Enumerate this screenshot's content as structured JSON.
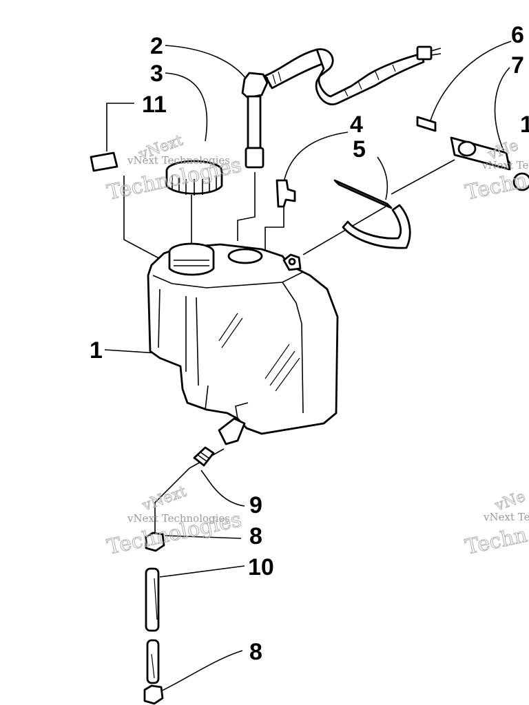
{
  "diagram": {
    "callouts": [
      {
        "id": "c1",
        "label": "1"
      },
      {
        "id": "c2",
        "label": "2"
      },
      {
        "id": "c3",
        "label": "3"
      },
      {
        "id": "c4",
        "label": "4"
      },
      {
        "id": "c5",
        "label": "5"
      },
      {
        "id": "c6",
        "label": "6"
      },
      {
        "id": "c7",
        "label": "7"
      },
      {
        "id": "c8a",
        "label": "8"
      },
      {
        "id": "c8b",
        "label": "8"
      },
      {
        "id": "c9",
        "label": "9"
      },
      {
        "id": "c10",
        "label": "10"
      },
      {
        "id": "c11",
        "label": "11"
      },
      {
        "id": "c12",
        "label": "1"
      }
    ]
  },
  "watermark": {
    "brand_script": "vNext",
    "line1": "vNext Technologies",
    "line2": "Technologies",
    "partial_line2": "Techn",
    "partial_script": "vNe",
    "partial_line1": "vNext Tech"
  }
}
